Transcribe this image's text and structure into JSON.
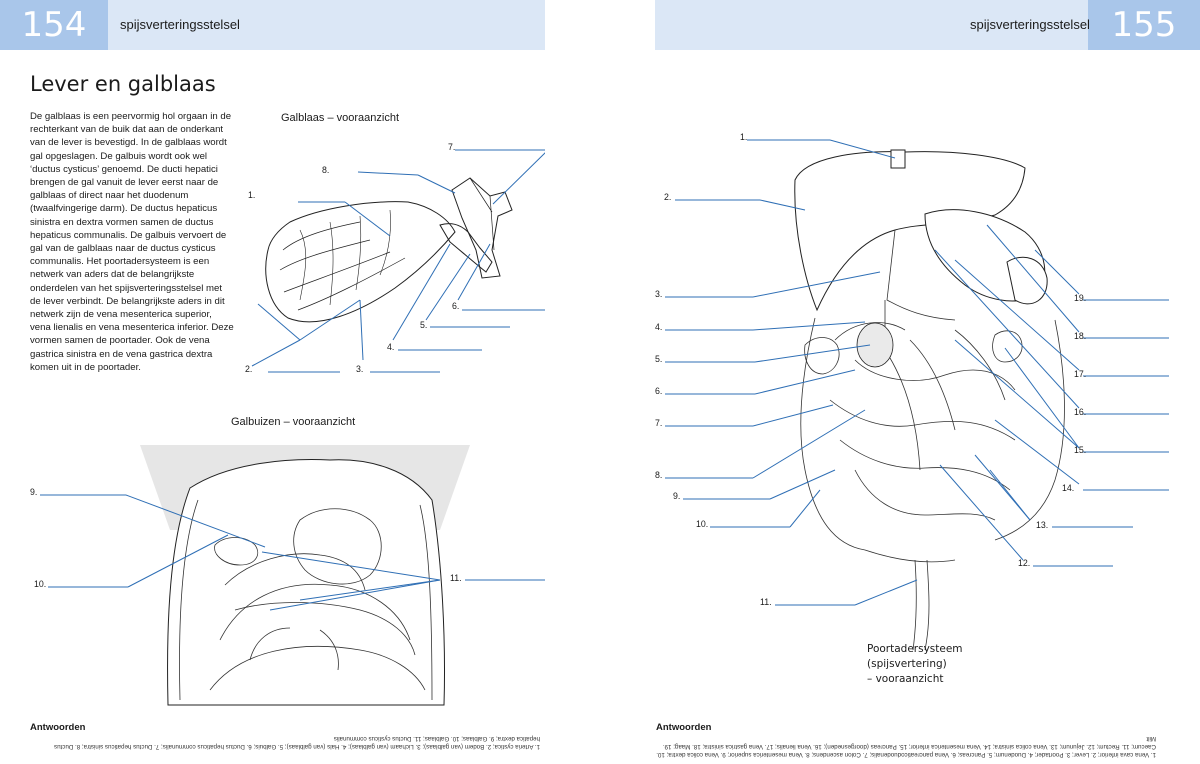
{
  "left_page": {
    "page_number": "154",
    "header_title": "spijsverteringsstelsel",
    "title": "Lever en galblaas",
    "body_text": "De galblaas is een peervormig hol orgaan in de rechterkant van de buik dat aan de onderkant van de lever is bevestigd. In de galblaas wordt gal opgeslagen. De galbuis wordt ook wel ‘ductus cysticus’ genoemd. De ducti hepatici brengen de gal vanuit de lever eerst naar de galblaas of direct naar het duodenum (twaalfvingerige darm). De ductus hepaticus sinistra en dextra vormen samen de ductus hepaticus communalis. De galbuis vervoert de gal van de galblaas naar de ductus cysticus communalis. Het poortadersysteem is een netwerk van aders dat de belangrijkste onderdelen van het spijsverteringsstelsel met de lever verbindt. De belangrijkste aders in dit netwerk zijn de vena mesenterica superior, vena lienalis en vena mesenterica inferior. Deze vormen samen de poortader. Ook de vena gastrica sinistra en de vena gastrica dextra komen uit in de poortader.",
    "figure1_title": "Galblaas – vooraanzicht",
    "figure2_title": "Galbuizen – vooraanzicht",
    "answers_heading": "Antwoorden",
    "answers_text": "1. Arteria cystica; 2. Bodem (van galblaas); 3. Lichaam (van galblaas); 4. Hals (van galblaas); 5. Galbuis; 6. Ductus hepaticus communalis; 7. Ductus hepaticus sinistra; 8. Ductus hepatica dextra; 9. Galblaas; 10. Galblaas; 11. Ductus cysticus communalis",
    "labels": [
      "1.",
      "2.",
      "3.",
      "4.",
      "5.",
      "6.",
      "7.",
      "8.",
      "9.",
      "10.",
      "11."
    ]
  },
  "right_page": {
    "page_number": "155",
    "header_title": "spijsverteringsstelsel",
    "figure_caption": [
      "Poortadersysteem",
      "(spijsvertering)",
      "– vooraanzicht"
    ],
    "answers_heading": "Antwoorden",
    "answers_text": "1. Vena cava inferior; 2. Lever; 3. Poortader; 4. Duodenum; 5. Pancreas; 6. Vena pancreaticoduodenalis; 7. Colon ascendens; 8. Vena mesenterica superior; 9. Vena colica dextra; 10. Caecum; 11. Rectum; 12. Jejunum; 13. Vena colica sinistra; 14. Vena mesenterica inferior; 15. Pancreas (doorgesneden); 16. Vena lienalis; 17. Vena gastrica sinistra; 18. Maag; 19. Milt",
    "labels": [
      "1.",
      "2.",
      "3.",
      "4.",
      "5.",
      "6.",
      "7.",
      "8.",
      "9.",
      "10.",
      "11.",
      "12.",
      "13.",
      "14.",
      "15.",
      "16.",
      "17.",
      "18.",
      "19."
    ]
  },
  "colors": {
    "header_light": "#dbe7f6",
    "header_dark": "#a9c6ea",
    "leader_line": "#2f6fb5"
  }
}
